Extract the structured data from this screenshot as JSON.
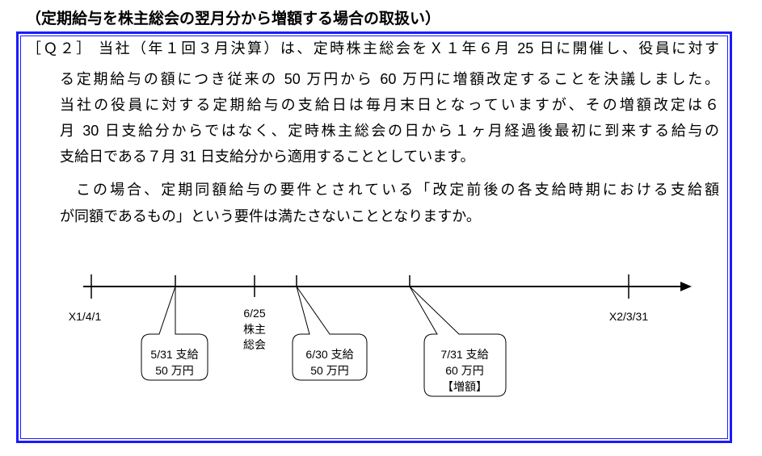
{
  "heading": "（定期給与を株主総会の翌月分から増額する場合の取扱い）",
  "question": {
    "lines": [
      "［Ｑ２］ 当社（年１回３月決算）は、定時株主総会をＸ１年６月 25 日に開催し、役員に対す",
      "る定期給与の額につき従来の 50 万円から 60 万円に増額改定することを決議しました。",
      "当社の役員に対する定期給与の支給日は毎月末日となっていますが、その増額改定は６",
      "月 30 日支給分からではなく、定時株主総会の日から１ヶ月経過後最初に到来する給与の",
      "支給日である７月 31 日支給分から適用することとしています。",
      "この場合、定期同額給与の要件とされている「改定前後の各支給時期における支給額",
      "が同額であるもの」という要件は満たさないこととなりますか。"
    ]
  },
  "timeline": {
    "start_label": "X1/4/1",
    "end_label": "X2/3/31",
    "meeting": {
      "date": "6/25",
      "line1": "株主",
      "line2": "総会"
    },
    "callouts": [
      {
        "line1": "5/31 支給",
        "line2": "50 万円"
      },
      {
        "line1": "6/30 支給",
        "line2": "50 万円"
      },
      {
        "line1": "7/31 支給",
        "line2": "60 万円",
        "line3": "【増額】"
      }
    ]
  },
  "colors": {
    "border": "#1a1aff"
  }
}
